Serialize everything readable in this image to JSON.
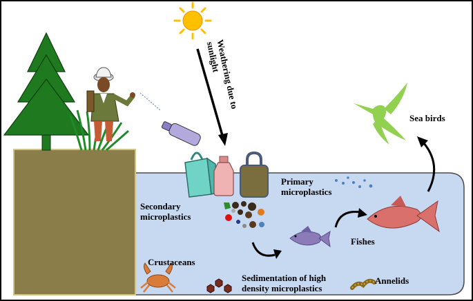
{
  "labels": {
    "weathering": [
      "Weathering due to",
      "sunlight"
    ],
    "primary": [
      "Primary",
      "microplastics"
    ],
    "secondary": [
      "Secondary",
      "microplastics"
    ],
    "sea_birds": "Sea birds",
    "fishes": "Fishes",
    "crustaceans": "Crustaceans",
    "sedimentation": [
      "Sedimentation of high",
      "density microplastics"
    ],
    "annelids": "Annelids"
  },
  "colors": {
    "water": "#c6d9f1",
    "land": "#8b7d4a",
    "tree": "#1f7a1f",
    "sun": "#ffc000",
    "bird": "#92d050",
    "big_fish": "#d9706c",
    "small_fish": "#8b7cb8",
    "crab": "#d97b3a",
    "bag": "#6fd3c5",
    "bottle": "#e8a0a0",
    "olive_bag": "#7a6e3e"
  },
  "icons": [
    "sun-icon",
    "tree-icon",
    "grass-icon",
    "person-icon",
    "plastic-bottle-icon",
    "shopping-bag-icon",
    "bottle-icon",
    "handbag-icon",
    "hummingbird-icon",
    "big-fish-icon",
    "small-fish-icon",
    "crab-icon",
    "worm-icon"
  ]
}
